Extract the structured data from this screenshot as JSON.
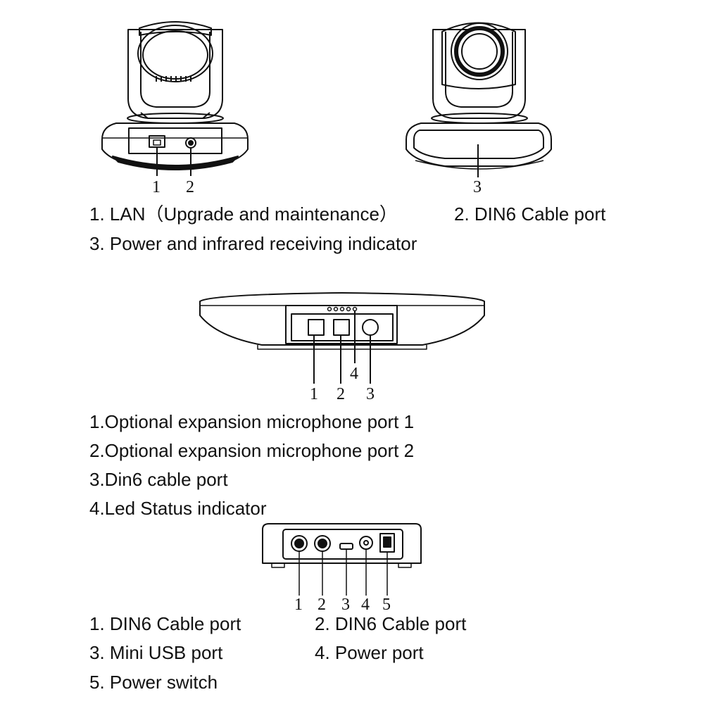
{
  "figure_1": {
    "callouts": {
      "n1": "1",
      "n2": "2",
      "n3": "3"
    },
    "captions": {
      "item1": "1. LAN（Upgrade and maintenance）",
      "item2": "2. DIN6 Cable port",
      "item3": "3. Power and infrared receiving indicator"
    }
  },
  "figure_2": {
    "callouts": {
      "n1": "1",
      "n2": "2",
      "n3": "3",
      "n4": "4"
    },
    "captions": {
      "item1": "1.Optional expansion microphone port 1",
      "item2": "2.Optional expansion microphone port 2",
      "item3": "3.Din6 cable port",
      "item4": "4.Led Status indicator"
    }
  },
  "figure_3": {
    "callouts": {
      "n1": "1",
      "n2": "2",
      "n3": "3",
      "n4": "4",
      "n5": "5"
    },
    "captions": {
      "item1": "1. DIN6 Cable port",
      "item2": "2. DIN6 Cable port",
      "item3": "3. Mini USB port",
      "item4": "4. Power port",
      "item5": "5. Power switch"
    }
  }
}
